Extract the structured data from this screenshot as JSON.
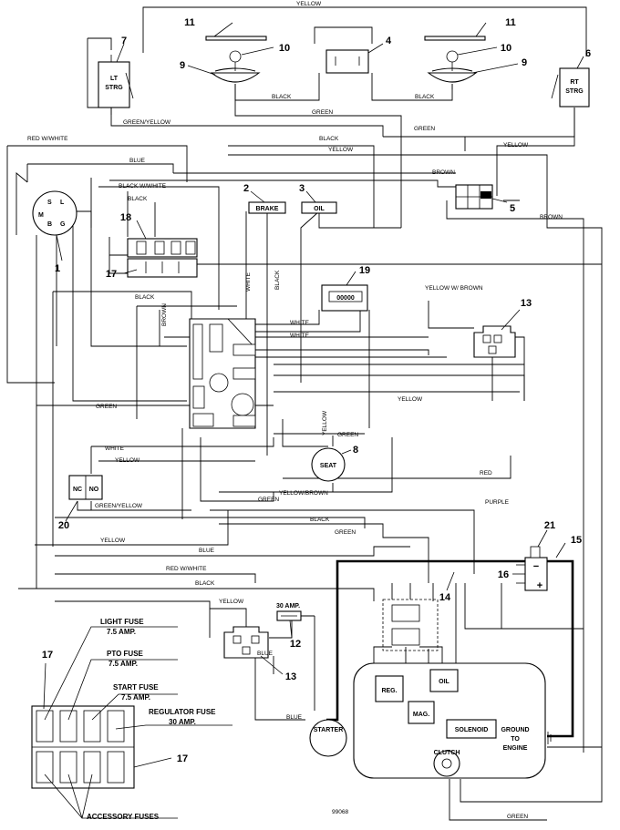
{
  "wire_labels": {
    "yellow_top": "YELLOW",
    "black_left": "BLACK",
    "black_right": "BLACK",
    "green_mid": "GREEN",
    "green_yellow": "GREEN/YELLOW",
    "green_right": "GREEN",
    "black_row": "BLACK",
    "yellow_row": "YELLOW",
    "red_white_top": "RED W/WHITE",
    "yellow_far_right": "YELLOW",
    "blue_row": "BLUE",
    "brown_row": "BROWN",
    "black_white": "BLACK W/WHITE",
    "black_short": "BLACK",
    "brown_right": "BROWN",
    "white_vertical": "WHITE",
    "black_vertical": "BLACK",
    "yellow_w_brown": "YELLOW W/ BROWN",
    "black_center": "BLACK",
    "brown_vertical": "BROWN",
    "white_1": "WHITE",
    "white_2": "WHITE",
    "green_left": "GREEN",
    "yellow_center": "YELLOW",
    "yellow_vertical": "YELLOW",
    "green_under": "GREEN",
    "white_left": "WHITE",
    "yellow_left": "YELLOW",
    "red_right": "RED",
    "yellow_brown": "YELLOW/BROWN",
    "green_lower": "GREEN",
    "green_yellow_lower": "GREEN/YELLOW",
    "purple": "PURPLE",
    "black_lower": "BLACK",
    "green_lower2": "GREEN",
    "yellow_lower_left": "YELLOW",
    "blue_lower": "BLUE",
    "red_white_lower": "RED W/WHITE",
    "black_lower2": "BLACK",
    "yellow_lower": "YELLOW",
    "blue_relay": "BLUE",
    "blue_starter": "BLUE",
    "green_bottom": "GREEN"
  },
  "components": {
    "lt_strg_line1": "LT",
    "lt_strg_line2": "STRG",
    "rt_strg_line1": "RT",
    "rt_strg_line2": "STRG",
    "brake": "BRAKE",
    "oil_switch": "OIL",
    "seat": "SEAT",
    "nc": "NC",
    "no": "NO",
    "reg": "REG.",
    "mag": "MAG.",
    "oil_engine": "OIL",
    "solenoid": "SOLENOID",
    "ground_line1": "GROUND",
    "ground_line2": "TO",
    "ground_line3": "ENGINE",
    "clutch": "CLUTCH",
    "starter": "STARTER",
    "fuse_30amp": "30 AMP.",
    "key_s": "S",
    "key_l": "L",
    "key_m": "M",
    "key_b": "B",
    "key_g": "G",
    "batt_minus": "−",
    "batt_plus": "+"
  },
  "callouts": {
    "c1": "1",
    "c2": "2",
    "c3": "3",
    "c4": "4",
    "c5": "5",
    "c6": "6",
    "c7": "7",
    "c8": "8",
    "c9a": "9",
    "c9b": "9",
    "c10a": "10",
    "c10b": "10",
    "c11a": "11",
    "c11b": "11",
    "c12": "12",
    "c13a": "13",
    "c13b": "13",
    "c14": "14",
    "c15": "15",
    "c16": "16",
    "c17a": "17",
    "c17b": "17",
    "c17c": "17",
    "c18": "18",
    "c19": "19",
    "c20": "20",
    "c21": "21"
  },
  "fuse_legend": {
    "light_title": "LIGHT FUSE",
    "light_rating": "7.5 AMP.",
    "pto_title": "PTO FUSE",
    "pto_rating": "7.5 AMP.",
    "start_title": "START FUSE",
    "start_rating": "7.5 AMP.",
    "regulator_title": "REGULATOR FUSE",
    "regulator_rating": "30 AMP.",
    "accessory": "ACCESSORY FUSES"
  },
  "drawing_number": "99068"
}
